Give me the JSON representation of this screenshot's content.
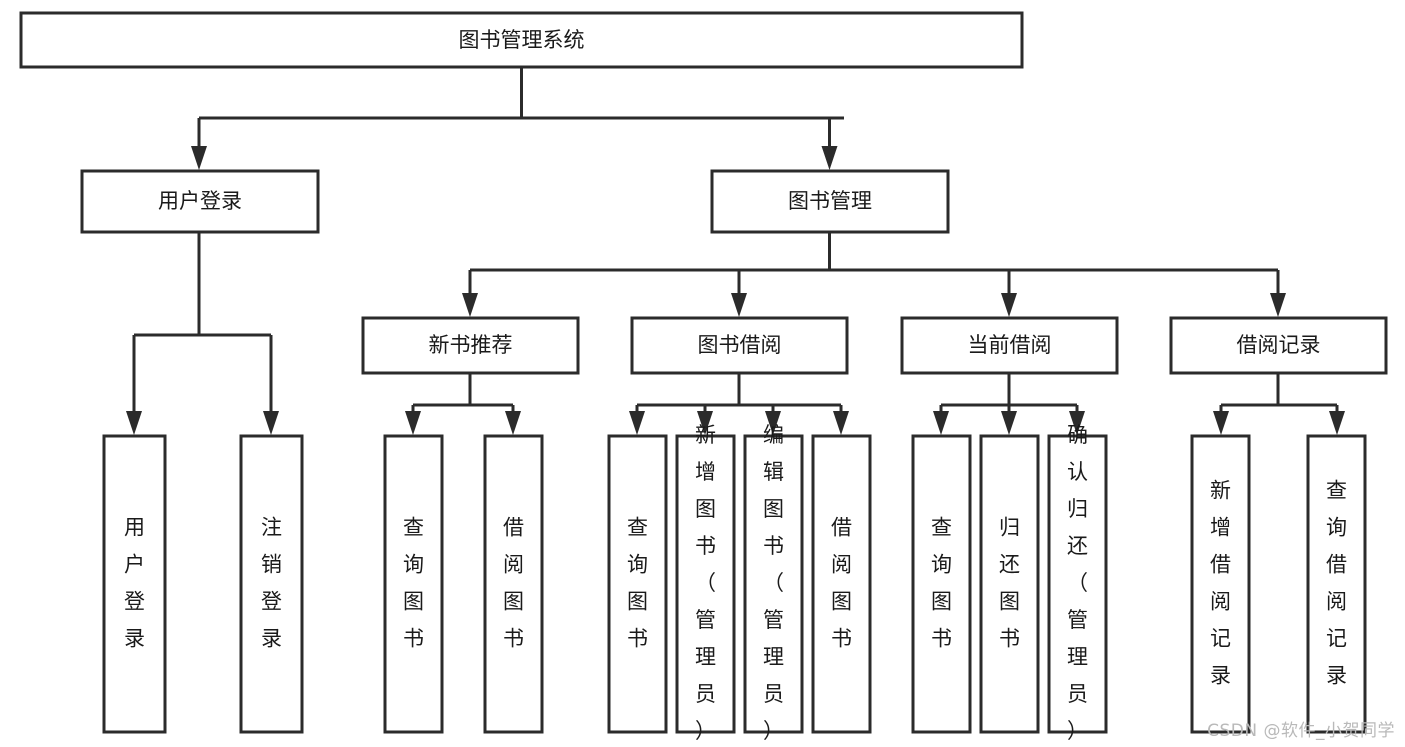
{
  "diagram": {
    "title": "图书管理系统",
    "type": "tree-hierarchy-chart",
    "root": {
      "id": "root",
      "label": "图书管理系统",
      "orientation": "horizontal"
    },
    "level2": [
      {
        "id": "user-login",
        "label": "用户登录",
        "orientation": "horizontal"
      },
      {
        "id": "book-manage",
        "label": "图书管理",
        "orientation": "horizontal"
      }
    ],
    "level3": [
      {
        "id": "new-book-recommend",
        "label": "新书推荐",
        "orientation": "horizontal"
      },
      {
        "id": "book-borrow",
        "label": "图书借阅",
        "orientation": "horizontal"
      },
      {
        "id": "current-borrow",
        "label": "当前借阅",
        "orientation": "horizontal"
      },
      {
        "id": "borrow-record",
        "label": "借阅记录",
        "orientation": "horizontal"
      }
    ],
    "leaves": [
      {
        "id": "leaf-user-login",
        "label": "用户登录",
        "orientation": "vertical",
        "parent": "user-login"
      },
      {
        "id": "leaf-user-logout",
        "label": "注销登录",
        "orientation": "vertical",
        "parent": "user-login"
      },
      {
        "id": "leaf-query-book-1",
        "label": "查询图书",
        "orientation": "vertical",
        "parent": "new-book-recommend"
      },
      {
        "id": "leaf-borrow-book-1",
        "label": "借阅图书",
        "orientation": "vertical",
        "parent": "new-book-recommend"
      },
      {
        "id": "leaf-query-book-2",
        "label": "查询图书",
        "orientation": "vertical",
        "parent": "book-borrow"
      },
      {
        "id": "leaf-add-book-admin",
        "label": "新增图书（管理员）",
        "orientation": "vertical",
        "parent": "book-borrow"
      },
      {
        "id": "leaf-edit-book-admin",
        "label": "编辑图书（管理员）",
        "orientation": "vertical",
        "parent": "book-borrow"
      },
      {
        "id": "leaf-borrow-book-2",
        "label": "借阅图书",
        "orientation": "vertical",
        "parent": "book-borrow"
      },
      {
        "id": "leaf-query-book-3",
        "label": "查询图书",
        "orientation": "vertical",
        "parent": "current-borrow"
      },
      {
        "id": "leaf-return-book",
        "label": "归还图书",
        "orientation": "vertical",
        "parent": "current-borrow"
      },
      {
        "id": "leaf-confirm-return-admin",
        "label": "确认归还（管理员）",
        "orientation": "vertical",
        "parent": "current-borrow"
      },
      {
        "id": "leaf-add-borrow-record",
        "label": "新增借阅记录",
        "orientation": "vertical",
        "parent": "borrow-record"
      },
      {
        "id": "leaf-query-borrow-record",
        "label": "查询借阅记录",
        "orientation": "vertical",
        "parent": "borrow-record"
      }
    ]
  },
  "watermark": {
    "text": "CSDN @软件_小贺同学"
  },
  "colors": {
    "stroke": "#2b2b2b",
    "fill": "#ffffff",
    "text": "#1a1a1a",
    "watermark": "#b9b9b9"
  }
}
